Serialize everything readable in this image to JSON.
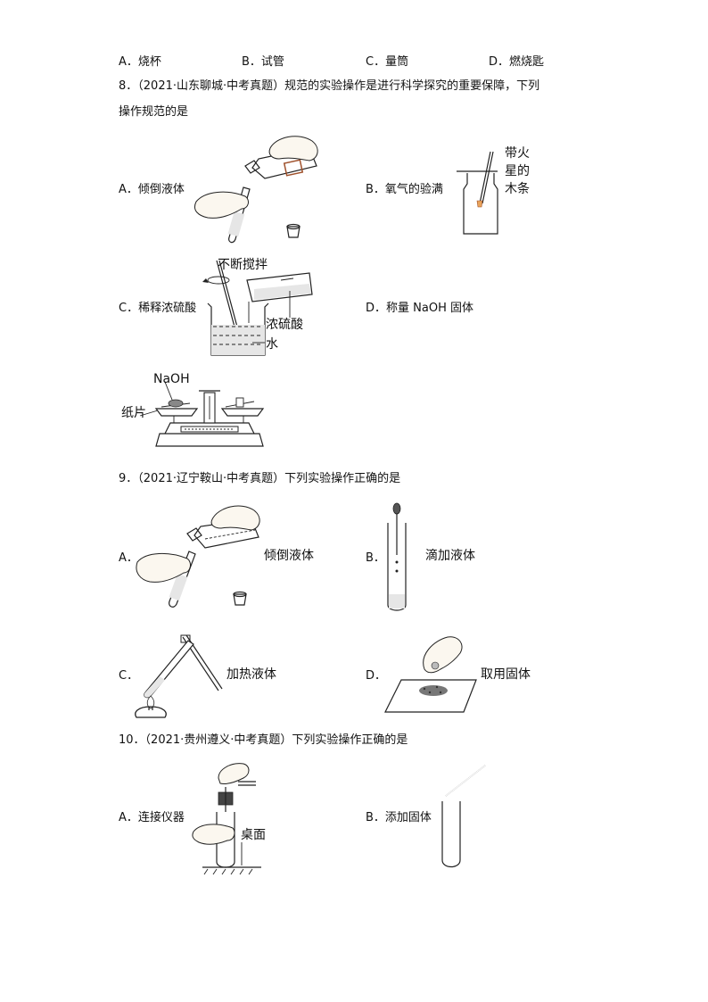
{
  "q7_options": {
    "a": "A．烧杯",
    "b": "B．试管",
    "c": "C．量筒",
    "d": "D．燃烧匙"
  },
  "q8": {
    "stem_line1": "8．（2021·山东聊城·中考真题）规范的实验操作是进行科学探究的重要保障，下列",
    "stem_line2": "操作规范的是",
    "a": "A．倾倒液体",
    "b": "B．氧气的验满",
    "b_fig_label": [
      "带火",
      "星的",
      "木条"
    ],
    "c": "C．稀释浓硫酸",
    "c_fig_labels": {
      "stir": "不断搅拌",
      "acid": "浓硫酸",
      "water": "水"
    },
    "d": "D．称量 NaOH 固体",
    "d_fig_labels": {
      "naoh": "NaOH",
      "paper": "纸片"
    }
  },
  "q9": {
    "stem": "9．（2021·辽宁鞍山·中考真题）下列实验操作正确的是",
    "a": "A．",
    "a_fig_label": "倾倒液体",
    "b": "B．",
    "b_fig_label": "滴加液体",
    "c": "C．",
    "c_fig_label": "加热液体",
    "d": "D．",
    "d_fig_label": "取用固体"
  },
  "q10": {
    "stem": "10．（2021·贵州遵义·中考真题）下列实验操作正确的是",
    "a": "A．连接仪器",
    "a_fig_label": "桌面",
    "b": "B．添加固体"
  }
}
